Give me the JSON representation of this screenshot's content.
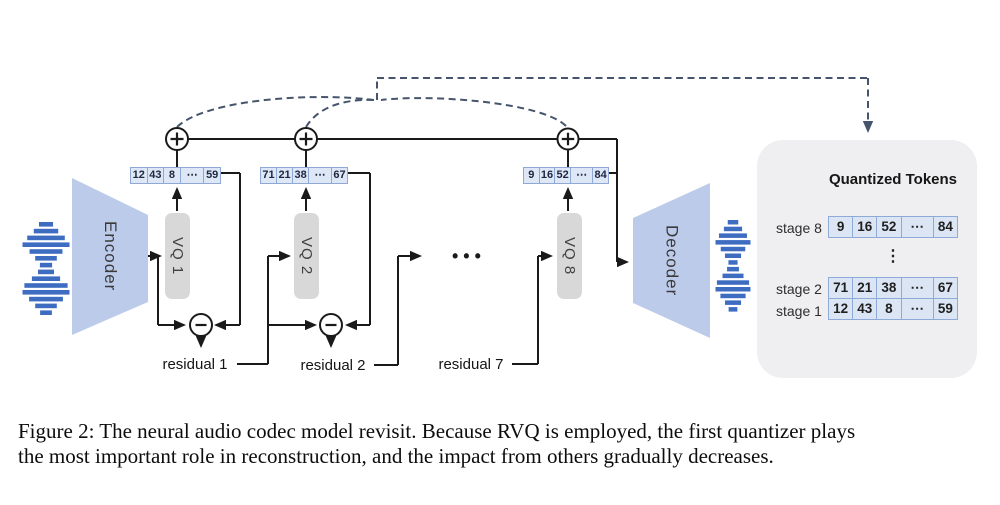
{
  "colors": {
    "trapezoid_fill": "#bccbe9",
    "waveform_blue": "#3e6cc0",
    "vq_gray": "#d8d8d8",
    "cell_fill": "#dde7f6",
    "cell_border": "#8fa8d6",
    "panel_bg": "#efeff1",
    "line_black": "#1a1a1a",
    "dashed_slate": "#46556c"
  },
  "encoder": {
    "label": "Encoder"
  },
  "decoder": {
    "label": "Decoder"
  },
  "quantizers": [
    {
      "label": "VQ 1"
    },
    {
      "label": "VQ 2"
    },
    {
      "label": "VQ 8"
    }
  ],
  "token_boxes": [
    {
      "values": [
        "12",
        "43",
        "8",
        "⋯",
        "59"
      ]
    },
    {
      "values": [
        "71",
        "21",
        "38",
        "⋯",
        "67"
      ]
    },
    {
      "values": [
        "9",
        "16",
        "52",
        "⋯",
        "84"
      ]
    }
  ],
  "residuals": [
    {
      "label": "residual 1"
    },
    {
      "label": "residual 2"
    },
    {
      "label": "residual 7"
    }
  ],
  "stage_ellipsis": "•••",
  "panel": {
    "title": "Quantized Tokens",
    "ellipsis": "⋮",
    "rows": [
      {
        "label": "stage 8",
        "values": [
          "9",
          "16",
          "52",
          "⋯",
          "84"
        ]
      },
      {
        "label": "stage 2",
        "values": [
          "71",
          "21",
          "38",
          "⋯",
          "67"
        ]
      },
      {
        "label": "stage 1",
        "values": [
          "12",
          "43",
          "8",
          "⋯",
          "59"
        ]
      }
    ]
  },
  "waveform": {
    "bars": [
      0.3,
      0.52,
      0.8,
      1.0,
      0.7,
      0.46,
      0.26,
      0.34,
      0.6,
      0.92,
      1.0,
      0.72,
      0.46,
      0.25
    ]
  },
  "caption": {
    "line1": "Figure 2: The neural audio codec model revisit. Because RVQ is employed, the first quantizer plays",
    "line2": "the most important role in reconstruction, and the impact from others gradually decreases."
  }
}
